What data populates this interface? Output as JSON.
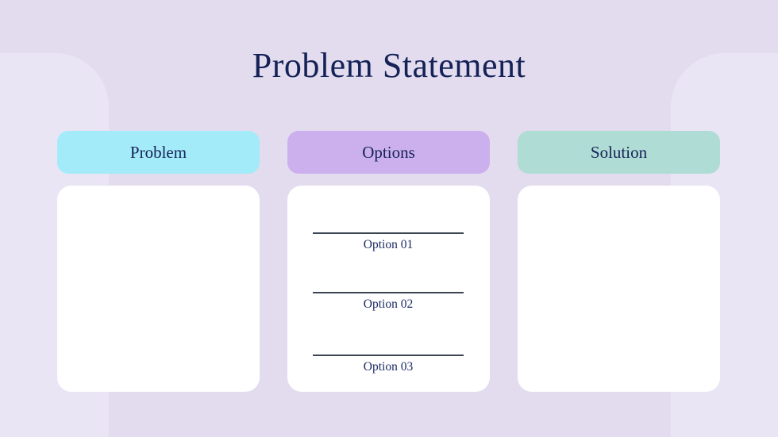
{
  "slide": {
    "title": "Problem Statement"
  },
  "columns": [
    {
      "header": "Problem",
      "header_bg": "#a4ebf9",
      "items": []
    },
    {
      "header": "Options",
      "header_bg": "#ccb0ee",
      "items": [
        "Option 01",
        "Option 02",
        "Option 03"
      ]
    },
    {
      "header": "Solution",
      "header_bg": "#afdcd4",
      "items": []
    }
  ],
  "colors": {
    "background": "#e2dcee",
    "background_shape": "#eae5f5",
    "problem_header": "#a4ebf9",
    "options_header": "#ccb0ee",
    "solution_header": "#afdcd4",
    "card": "#ffffff",
    "text_navy": "#152257",
    "option_text": "#1b2a63",
    "divider": "#3c4653"
  }
}
